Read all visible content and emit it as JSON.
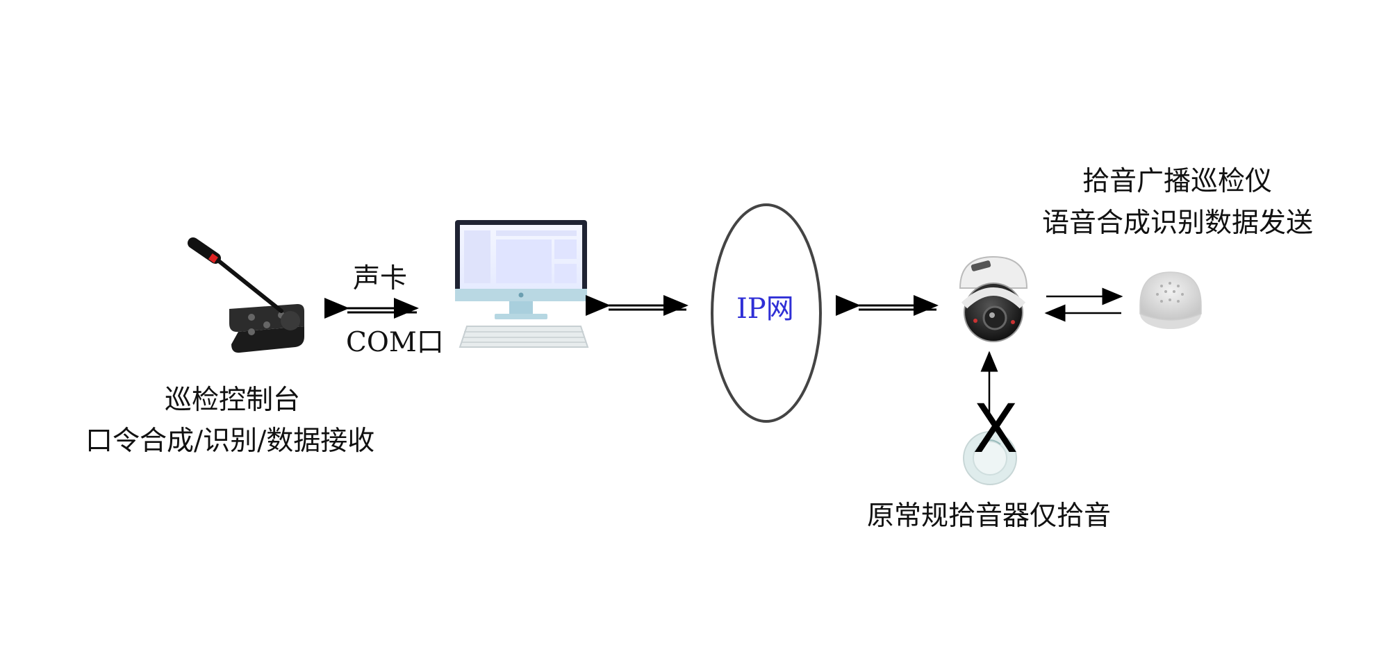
{
  "nodes": {
    "console": {
      "title": "巡检控制台",
      "subtitle": "口令合成/识别/数据接收",
      "icon": "gooseneck-microphone-console-icon"
    },
    "computer": {
      "icon": "desktop-computer-icon"
    },
    "network": {
      "label": "IP网",
      "label_color": "#2f2fd6",
      "icon": "ellipse-network-icon"
    },
    "camera": {
      "icon": "dome-camera-icon"
    },
    "broadcaster": {
      "title": "拾音广播巡检仪",
      "subtitle": "语音合成识别数据发送",
      "icon": "round-speaker-pickup-icon"
    },
    "conventional_pickup": {
      "label": "原常规拾音器仅拾音",
      "icon": "conventional-pickup-icon",
      "blocked_mark": "X"
    }
  },
  "links": {
    "console_computer": {
      "top_label": "声卡",
      "bottom_label": "COM口"
    }
  },
  "colors": {
    "text": "#111111",
    "arrow": "#000000",
    "network_outline": "#444444"
  }
}
